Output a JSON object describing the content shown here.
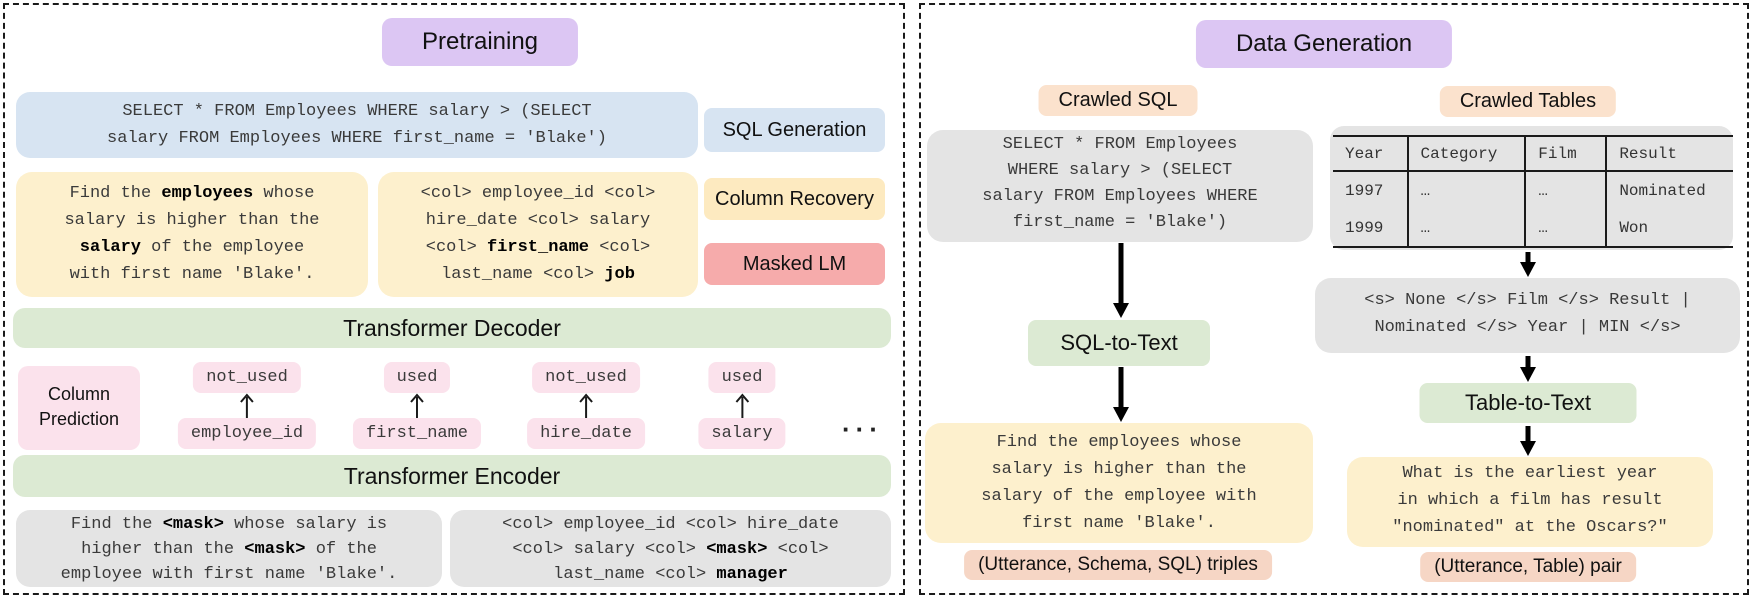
{
  "palette": {
    "purple": "#dcc6f3",
    "blue": "#d7e4f2",
    "yellow_box": "#fdf0cd",
    "yellow_label": "#fdeac0",
    "red": "#f6abab",
    "green": "#dcead3",
    "pink": "#fbe2ec",
    "peach": "#fbe2cd",
    "peach_dark": "#f6d6c5",
    "gray": "#e4e4e4"
  },
  "left_panel": {
    "title": "Pretraining",
    "sql_lines": [
      "SELECT * FROM Employees WHERE salary > (SELECT",
      "salary FROM Employees WHERE first_name = 'Blake')"
    ],
    "side_labels": {
      "sql_generation": "SQL Generation",
      "column_recovery": "Column Recovery",
      "masked_lm": "Masked LM"
    },
    "nl_lines": [
      [
        {
          "t": "Find the "
        },
        {
          "t": "employees",
          "b": 1
        },
        {
          "t": " whose"
        }
      ],
      [
        {
          "t": "salary is higher than the"
        }
      ],
      [
        {
          "t": "salary",
          "b": 1
        },
        {
          "t": " of the employee"
        }
      ],
      [
        {
          "t": "with first name 'Blake'."
        }
      ]
    ],
    "schema_lines": [
      [
        {
          "t": "<col> employee_id <col>"
        }
      ],
      [
        {
          "t": "hire_date <col> salary"
        }
      ],
      [
        {
          "t": "<col> "
        },
        {
          "t": "first_name",
          "b": 1
        },
        {
          "t": " <col>"
        }
      ],
      [
        {
          "t": "last_name <col> "
        },
        {
          "t": "job",
          "b": 1
        }
      ]
    ],
    "decoder_label": "Transformer Decoder",
    "encoder_label": "Transformer Encoder",
    "column_prediction_lines": [
      "Column",
      "Prediction"
    ],
    "pairs": [
      {
        "pred": "not_used",
        "col": "employee_id"
      },
      {
        "pred": "used",
        "col": "first_name"
      },
      {
        "pred": "not_used",
        "col": "hire_date"
      },
      {
        "pred": "used",
        "col": "salary"
      }
    ],
    "ellipsis": "···",
    "masked_nl_lines": [
      [
        {
          "t": "Find the "
        },
        {
          "t": "<mask>",
          "b": 1
        },
        {
          "t": " whose salary is"
        }
      ],
      [
        {
          "t": "higher than the "
        },
        {
          "t": "<mask>",
          "b": 1
        },
        {
          "t": " of the"
        }
      ],
      [
        {
          "t": "employee with first name 'Blake'."
        }
      ]
    ],
    "masked_schema_lines": [
      [
        {
          "t": "<col> employee_id <col> hire_date"
        }
      ],
      [
        {
          "t": "<col> salary <col> "
        },
        {
          "t": "<mask>",
          "b": 1
        },
        {
          "t": " <col>"
        }
      ],
      [
        {
          "t": "last_name <col> "
        },
        {
          "t": "manager",
          "b": 1
        }
      ]
    ]
  },
  "right_panel": {
    "title": "Data Generation",
    "crawled_sql_label": "Crawled SQL",
    "crawled_tables_label": "Crawled Tables",
    "sql_lines": [
      "SELECT * FROM Employees",
      "WHERE salary > (SELECT",
      "salary FROM Employees WHERE",
      "first_name = 'Blake')"
    ],
    "table": {
      "headers": [
        "Year",
        "Category",
        "Film",
        "Result"
      ],
      "rows": [
        [
          "1997",
          "…",
          "…",
          "Nominated"
        ],
        [
          "1999",
          "…",
          "…",
          "Won"
        ]
      ]
    },
    "sql_to_text_label": "SQL-to-Text",
    "linearized_lines": [
      "<s> None </s> Film </s> Result |",
      "Nominated </s> Year | MIN </s>"
    ],
    "table_to_text_label": "Table-to-Text",
    "utterance_lines": [
      "Find the employees whose",
      "salary is higher than the",
      "salary of the employee with",
      "first name 'Blake'."
    ],
    "question_lines": [
      "What is the earliest year",
      "in which a film has result",
      "\"nominated\" at the Oscars?\""
    ],
    "triples_label": "(Utterance, Schema, SQL) triples",
    "pair_label": "(Utterance, Table) pair"
  }
}
